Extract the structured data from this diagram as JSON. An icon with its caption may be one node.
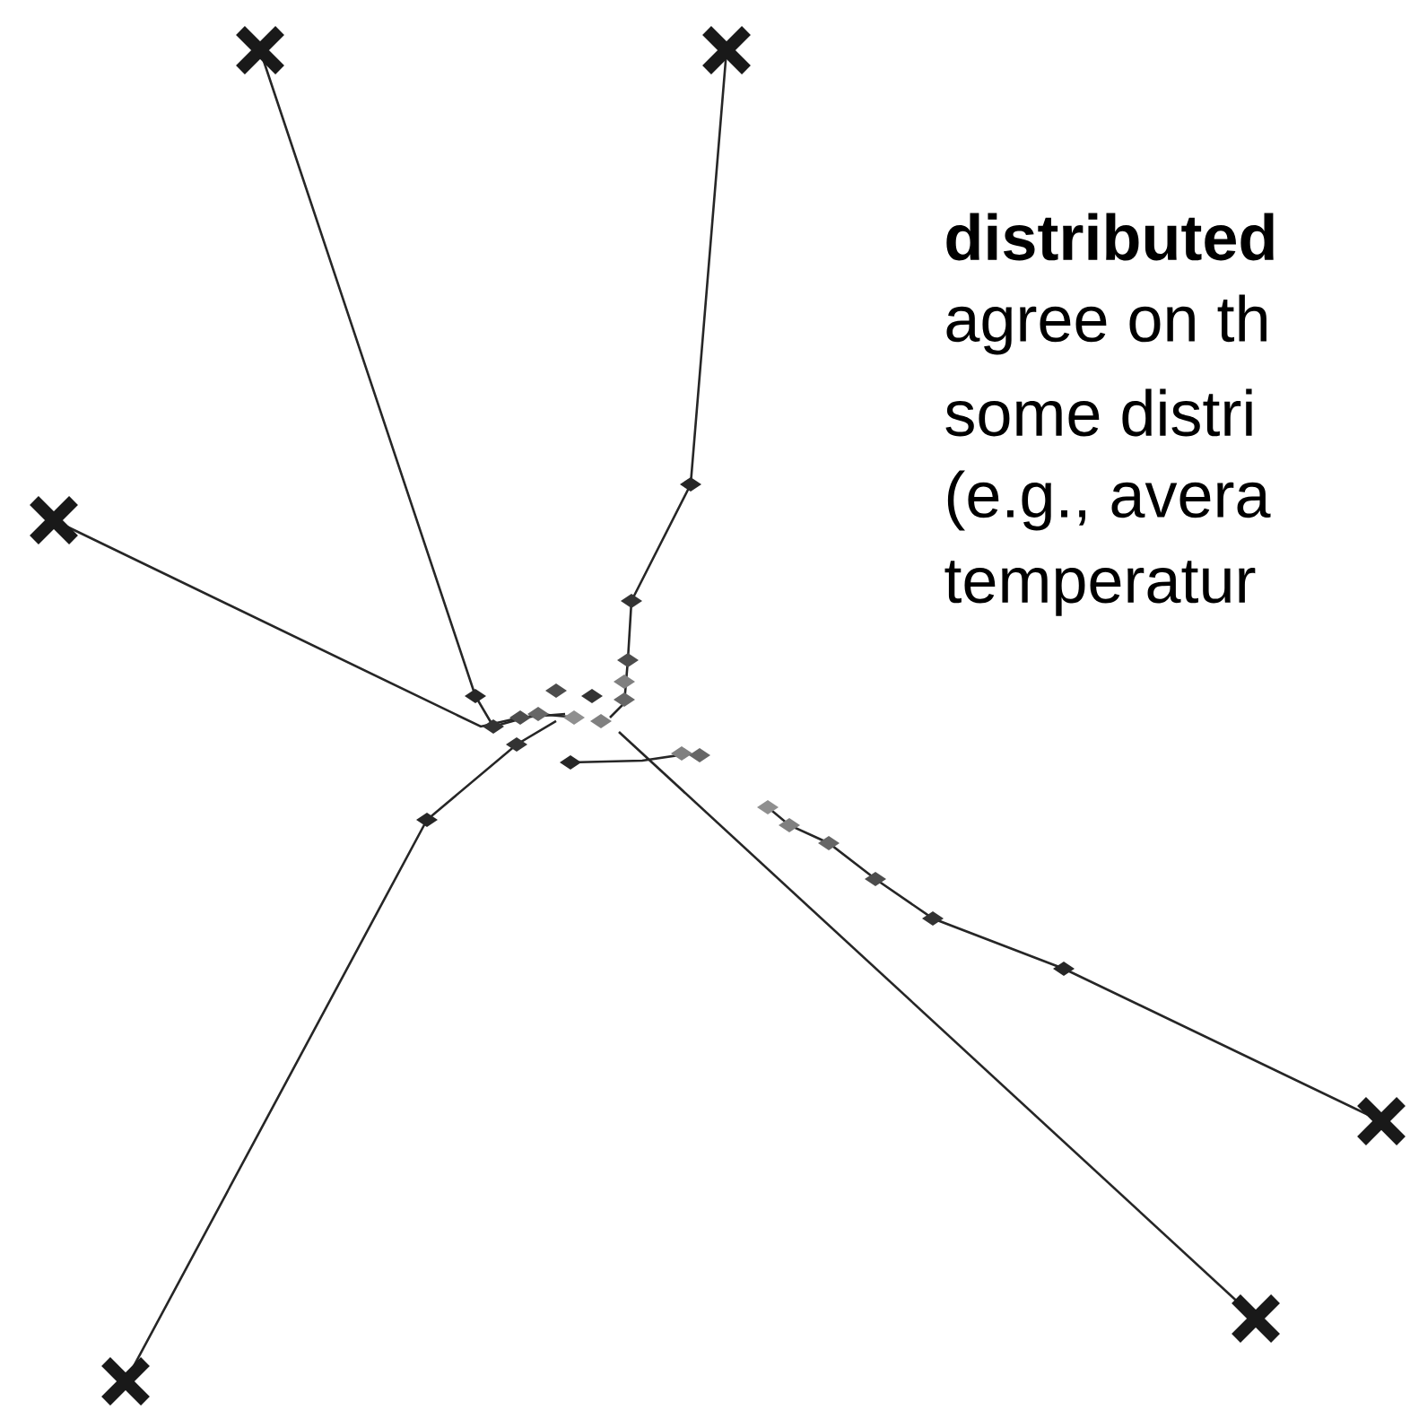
{
  "diagram": {
    "labels": [
      "distributed",
      "agree on th",
      "some distri",
      "(e.g., avera",
      "temperatur"
    ]
  }
}
